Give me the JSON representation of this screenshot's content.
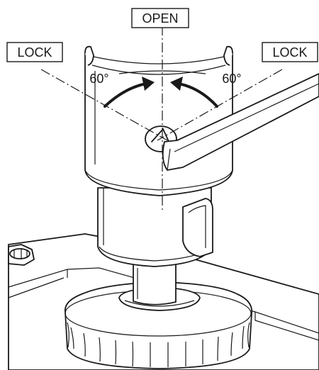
{
  "labels": {
    "open": "OPEN",
    "lock_left": "LOCK",
    "lock_right": "LOCK",
    "angle_left": "60°",
    "angle_right": "60°"
  },
  "colors": {
    "ink": "#1a1a1a",
    "background": "#ffffff"
  },
  "icons": {
    "rotation_arrows": "curved-arrow-icon"
  }
}
